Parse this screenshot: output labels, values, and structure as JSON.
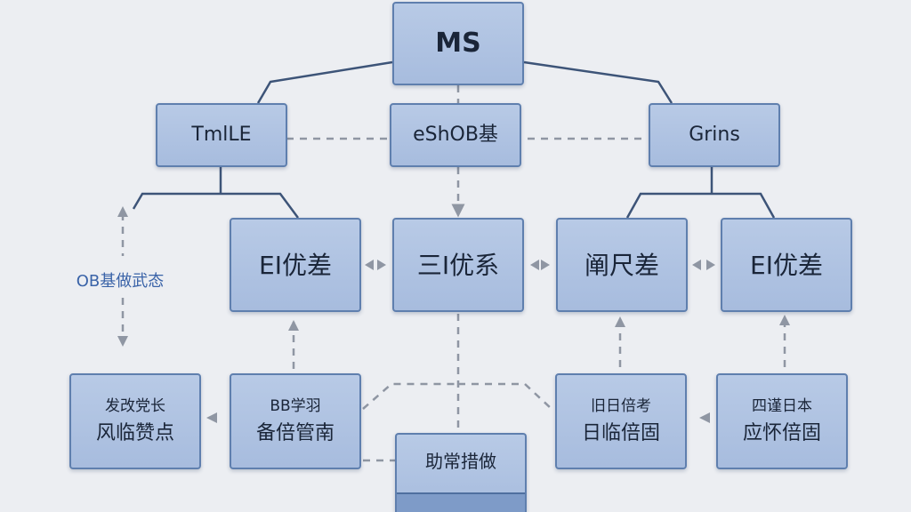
{
  "diagram": {
    "root": {
      "label": "MS"
    },
    "level1": [
      {
        "label": "TmlLE"
      },
      {
        "label": "eShOB基"
      },
      {
        "label": "Grins"
      }
    ],
    "level2": [
      {
        "label": "EI优差"
      },
      {
        "label": "三I优系"
      },
      {
        "label": "阐尺差"
      },
      {
        "label": "EI优差"
      }
    ],
    "side_label": "OB基做武态",
    "level3": [
      {
        "line1": "发改党长",
        "line2": "风临赞点"
      },
      {
        "line1": "BB学羽",
        "line2": "备倍管南"
      },
      {
        "line1": "旧日倍考",
        "line2": "日临倍固"
      },
      {
        "line1": "四谨日本",
        "line2": "应怀倍固"
      }
    ],
    "bottom": {
      "label": "助常措做"
    },
    "colors": {
      "background": "#eceef2",
      "node_fill": "#a7bcde",
      "node_border": "#5f7fae",
      "connector": "#3d5478",
      "dashed_connector": "#8f96a3",
      "side_label": "#3a63a8"
    }
  }
}
